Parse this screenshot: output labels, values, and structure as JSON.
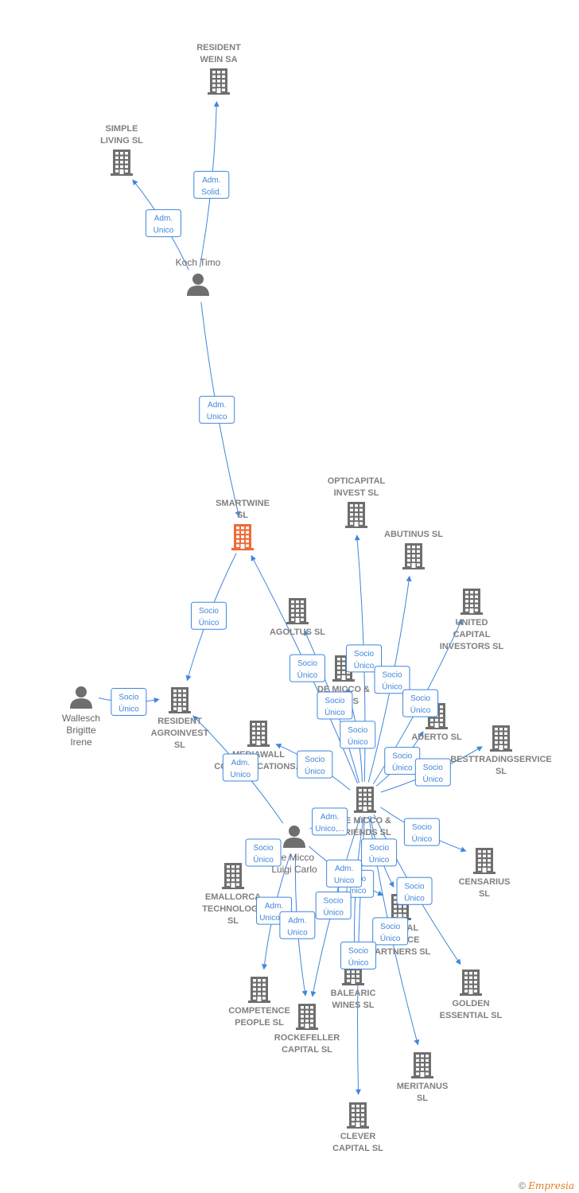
{
  "colors": {
    "edge": "#3f86dc",
    "company": "#6e6e6e",
    "focus_company": "#f06a35",
    "person": "#6e6e6e",
    "label": "#808080"
  },
  "footer": {
    "copyright": "©",
    "brand": "Empresia"
  },
  "nodes": [
    {
      "id": "resident-wein",
      "kind": "company",
      "label": [
        "RESIDENT",
        "WEIN SA"
      ]
    },
    {
      "id": "simple-living",
      "kind": "company",
      "label": [
        "SIMPLE",
        "LIVING SL"
      ]
    },
    {
      "id": "koch-timo",
      "kind": "person",
      "label": [
        "Koch Timo"
      ]
    },
    {
      "id": "smartwine",
      "kind": "focus",
      "label": [
        "SMARTWINE",
        "SL"
      ]
    },
    {
      "id": "opticapital",
      "kind": "company",
      "label": [
        "OPTICAPITAL",
        "INVEST SL"
      ]
    },
    {
      "id": "abutinus",
      "kind": "company",
      "label": [
        "ABUTINUS SL"
      ]
    },
    {
      "id": "united-capital",
      "kind": "company",
      "label": [
        "UNITED",
        "CAPITAL",
        "INVESTORS SL"
      ]
    },
    {
      "id": "agoltus",
      "kind": "company",
      "label": [
        "AGOLTUS SL"
      ]
    },
    {
      "id": "de-micco-funds",
      "kind": "company",
      "label": [
        "DE MICCO &",
        "FUNDS",
        "SL"
      ]
    },
    {
      "id": "aderto",
      "kind": "company",
      "label": [
        "ADERTO SL"
      ]
    },
    {
      "id": "besttrading",
      "kind": "company",
      "label": [
        "BESTTRADINGSERVICE",
        "SL"
      ]
    },
    {
      "id": "wallesch",
      "kind": "person",
      "label": [
        "Wallesch",
        "Brigitte",
        "Irene"
      ]
    },
    {
      "id": "resident-agroinvest",
      "kind": "company",
      "label": [
        "RESIDENT",
        "AGROINVEST",
        "SL"
      ]
    },
    {
      "id": "mediawall",
      "kind": "company",
      "label": [
        "MEDIAWALL",
        "COMMUNICATIONS..."
      ]
    },
    {
      "id": "de-micco-friends",
      "kind": "company",
      "label": [
        "DE MICCO &",
        "FRIENDS SL"
      ]
    },
    {
      "id": "de-micco-luigi",
      "kind": "person",
      "label": [
        "De Micco",
        "Luigi Carlo"
      ]
    },
    {
      "id": "censarius",
      "kind": "company",
      "label": [
        "CENSARIUS",
        "SL"
      ]
    },
    {
      "id": "emallorca",
      "kind": "company",
      "label": [
        "EMALLORCA",
        "TECHNOLOGY",
        "SL"
      ]
    },
    {
      "id": "global-finance",
      "kind": "company",
      "label": [
        "GLOBAL",
        "FINANCE",
        "PARTNERS SL"
      ]
    },
    {
      "id": "golden-essential",
      "kind": "company",
      "label": [
        "GOLDEN",
        "ESSENTIAL SL"
      ]
    },
    {
      "id": "competence",
      "kind": "company",
      "label": [
        "COMPETENCE",
        "PEOPLE SL"
      ]
    },
    {
      "id": "balearic",
      "kind": "company",
      "label": [
        "BALEARIC",
        "WINES SL"
      ]
    },
    {
      "id": "rockefeller",
      "kind": "company",
      "label": [
        "ROCKEFELLER",
        "CAPITAL SL"
      ]
    },
    {
      "id": "meritanus",
      "kind": "company",
      "label": [
        "MERITANUS",
        "SL"
      ]
    },
    {
      "id": "clever",
      "kind": "company",
      "label": [
        "CLEVER",
        "CAPITAL SL"
      ]
    }
  ],
  "edges": [
    {
      "from": "koch-timo",
      "to": "resident-wein",
      "label": [
        "Adm.",
        "Solid."
      ]
    },
    {
      "from": "koch-timo",
      "to": "simple-living",
      "label": [
        "Adm.",
        "Unico"
      ]
    },
    {
      "from": "koch-timo",
      "to": "smartwine",
      "label": [
        "Adm.",
        "Unico"
      ]
    },
    {
      "from": "smartwine",
      "to": "resident-agroinvest",
      "label": [
        "Socio",
        "Único"
      ]
    },
    {
      "from": "wallesch",
      "to": "resident-agroinvest",
      "label": [
        "Socio",
        "Único"
      ]
    },
    {
      "from": "de-micco-friends",
      "to": "smartwine",
      "label": [
        "Socio",
        "Único"
      ]
    },
    {
      "from": "de-micco-friends",
      "to": "opticapital",
      "label": [
        "Socio",
        "Único"
      ]
    },
    {
      "from": "de-micco-friends",
      "to": "abutinus",
      "label": [
        "Socio",
        "Único"
      ]
    },
    {
      "from": "de-micco-friends",
      "to": "united-capital",
      "label": [
        "Socio",
        "Único"
      ]
    },
    {
      "from": "de-micco-friends",
      "to": "agoltus",
      "label": [
        "Socio",
        "Único"
      ]
    },
    {
      "from": "de-micco-friends",
      "to": "de-micco-funds",
      "label": [
        "Socio",
        "Único"
      ]
    },
    {
      "from": "de-micco-friends",
      "to": "aderto",
      "label": [
        "Socio",
        "Único"
      ]
    },
    {
      "from": "de-micco-friends",
      "to": "besttrading",
      "label": [
        "Socio",
        "Único"
      ]
    },
    {
      "from": "de-micco-friends",
      "to": "mediawall",
      "label": [
        "Socio",
        "Único"
      ]
    },
    {
      "from": "de-micco-friends",
      "to": "censarius",
      "label": [
        "Socio",
        "Único"
      ]
    },
    {
      "from": "de-micco-friends",
      "to": "global-finance",
      "label": [
        "Socio",
        "Único"
      ]
    },
    {
      "from": "de-micco-friends",
      "to": "golden-essential",
      "label": [
        "Socio",
        "Único"
      ]
    },
    {
      "from": "de-micco-friends",
      "to": "meritanus",
      "label": [
        "Socio",
        "Único"
      ]
    },
    {
      "from": "de-micco-friends",
      "to": "balearic",
      "label": [
        "Socio",
        "Único"
      ]
    },
    {
      "from": "de-micco-friends",
      "to": "rockefeller",
      "label": [
        "Socio",
        "Único"
      ]
    },
    {
      "from": "de-micco-friends",
      "to": "clever",
      "label": [
        "Socio",
        "Único"
      ]
    },
    {
      "from": "de-micco-luigi",
      "to": "resident-agroinvest",
      "label": [
        "Adm.",
        "Unico"
      ]
    },
    {
      "from": "de-micco-luigi",
      "to": "de-micco-friends",
      "label": [
        "Adm.",
        "Unico,..."
      ]
    },
    {
      "from": "de-micco-luigi",
      "to": "competence",
      "label": [
        "Adm.",
        "Unico,..."
      ]
    },
    {
      "from": "de-micco-luigi",
      "to": "emallorca",
      "label": [
        "Socio",
        "Único"
      ]
    },
    {
      "from": "de-micco-luigi",
      "to": "global-finance",
      "label": [
        "Adm.",
        "Unico"
      ]
    },
    {
      "from": "de-micco-luigi",
      "to": "rockefeller",
      "label": [
        "Adm.",
        "Unico"
      ]
    }
  ]
}
